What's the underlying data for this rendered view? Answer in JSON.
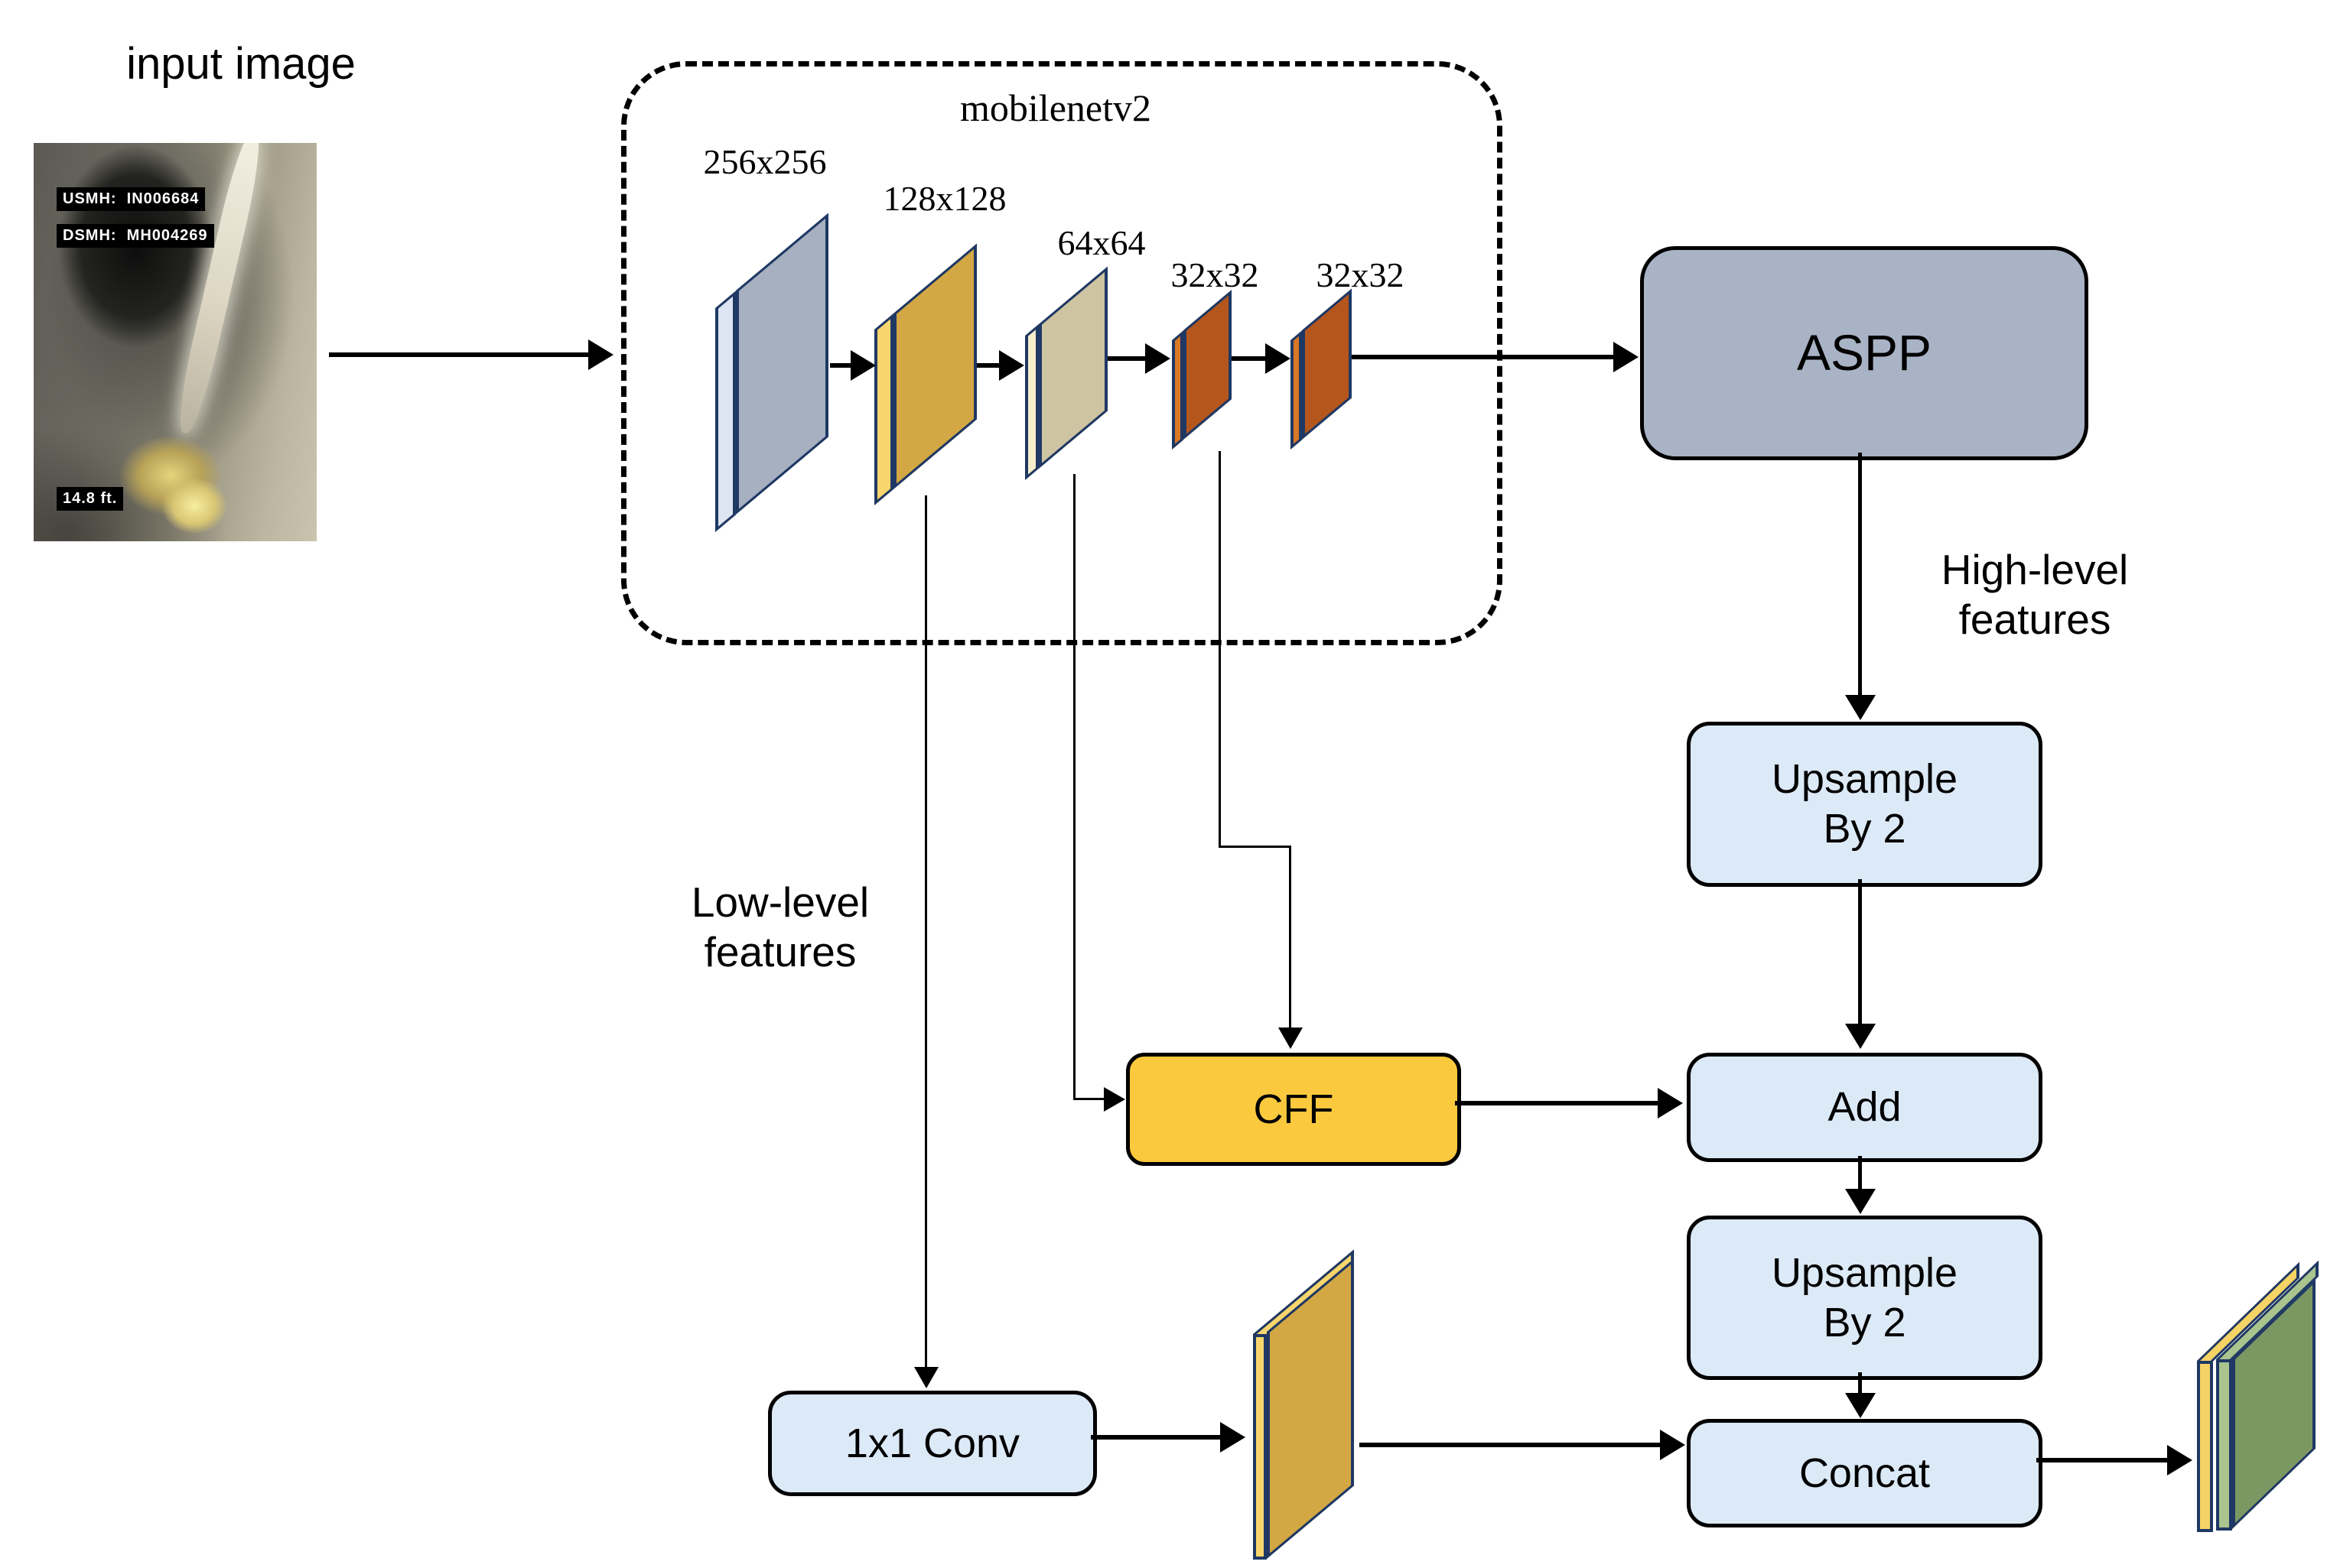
{
  "palette": {
    "arrow": "#000000",
    "node_border": "#000000",
    "aspp_fill": "#a9b3c6",
    "light_blue_fill": "#dce9f6",
    "cff_fill": "#fbc93d",
    "slab_border": "#1f3864",
    "slab1_face": "#a6b0c0",
    "slab1_strip": "#dde4f2",
    "slab2_face": "#d3a844",
    "slab2_strip": "#f8d66d",
    "slab3_face": "#cfc4a2",
    "slab3_strip": "#f6eecb",
    "slab4_face": "#b5571d",
    "slab4_strip": "#d97826",
    "slab5_face": "#b5571d",
    "slab5_strip": "#d97826",
    "low_slab_face": "#d3a844",
    "low_slab_strip": "#f8d66d",
    "out_yellow_face": "#f5d365",
    "out_yellow_strip": "#f5d365",
    "out_green_face": "#7c9862",
    "out_green_strip": "#a9c48d"
  },
  "input": {
    "label": "input image",
    "photo_overlay_line1": "USMH:  IN006684",
    "photo_overlay_line2": "DSMH:  MH004269",
    "photo_overlay_bottom": "14.8 ft."
  },
  "backbone": {
    "name": "mobilenetv2",
    "feature_maps": [
      {
        "size": "256x256"
      },
      {
        "size": "128x128"
      },
      {
        "size": "64x64"
      },
      {
        "size": "32x32"
      },
      {
        "size": "32x32"
      }
    ]
  },
  "annotations": {
    "high_level_line1": "High-level",
    "high_level_line2": "features",
    "low_level_line1": "Low-level",
    "low_level_line2": "features"
  },
  "nodes": {
    "aspp": "ASPP",
    "upsample1_line1": "Upsample",
    "upsample1_line2": "By 2",
    "add": "Add",
    "cff": "CFF",
    "upsample2_line1": "Upsample",
    "upsample2_line2": "By 2",
    "concat": "Concat",
    "conv1x1": "1x1 Conv"
  }
}
